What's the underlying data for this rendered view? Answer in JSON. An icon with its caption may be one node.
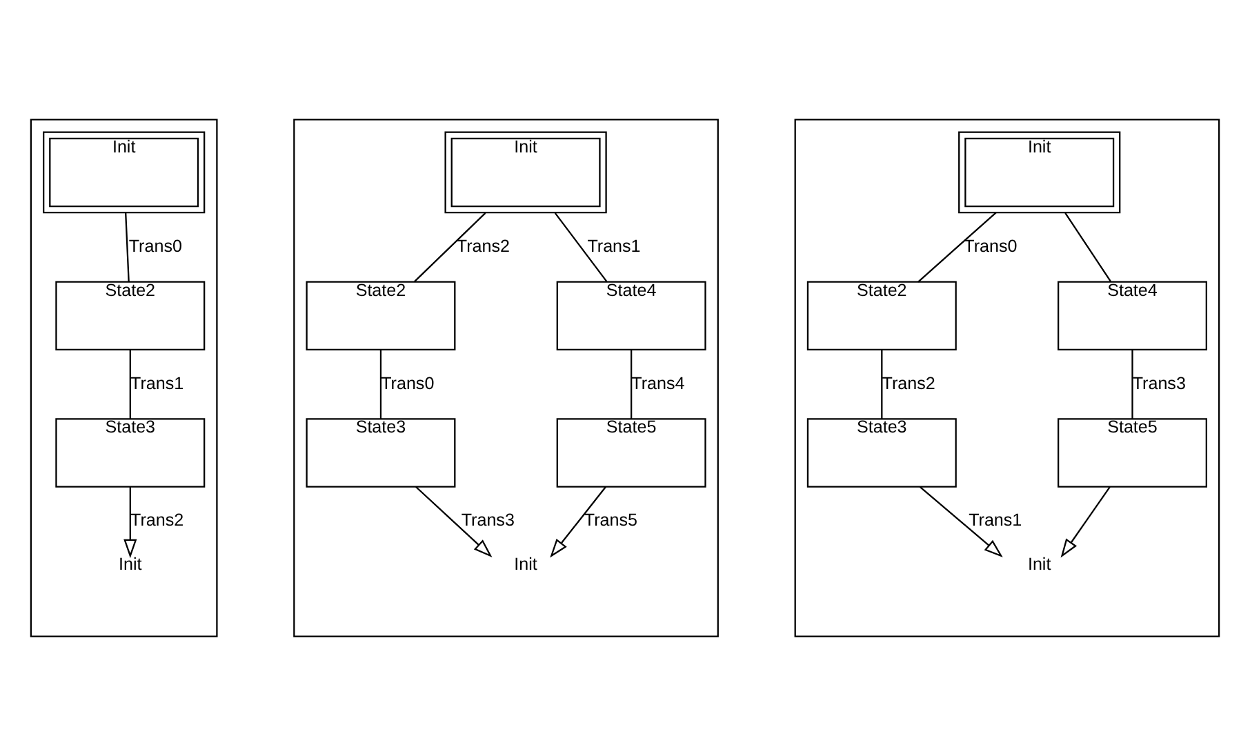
{
  "diagram": {
    "nodes": [
      {
        "text": [],
        "shape": "box"
      },
      {
        "text": [
          "Init"
        ],
        "in": 0
      },
      {
        "text": [
          "State2"
        ],
        "in": 0
      },
      {
        "text": [
          "State3"
        ],
        "in": 0
      },
      {
        "text": [
          "Init"
        ],
        "in": 0
      },
      {
        "text": [],
        "shape": "box"
      },
      {
        "text": [
          "Init"
        ],
        "in": 5
      },
      {
        "text": [
          "State2"
        ],
        "in": 5
      },
      {
        "text": [
          "State4"
        ],
        "in": 5
      },
      {
        "text": [
          "State3"
        ],
        "in": 5
      },
      {
        "text": [
          "State5"
        ],
        "in": 5
      },
      {
        "text": [
          "Init"
        ],
        "in": 5
      },
      {
        "text": [],
        "shape": "box"
      },
      {
        "text": [
          "Init"
        ],
        "in": 12
      },
      {
        "text": [
          "State2"
        ],
        "in": 12
      },
      {
        "text": [
          "State4"
        ],
        "in": 12
      },
      {
        "text": [
          "State3"
        ],
        "in": 12
      },
      {
        "text": [
          "State5"
        ],
        "in": 12
      },
      {
        "text": [
          "Init"
        ],
        "in": 12
      }
    ],
    "edges": [
      {
        "from": 1,
        "to": 2,
        "arrow": "none",
        "label": "Trans0"
      },
      {
        "from": 2,
        "to": 3,
        "arrow": "none",
        "label": "Trans1"
      },
      {
        "from": 3,
        "to": 4,
        "arrow": "to",
        "label": "Trans2"
      },
      {
        "from": 6,
        "to": 7,
        "arrow": "none",
        "label": "Trans2"
      },
      {
        "from": 6,
        "to": 8,
        "arrow": "none",
        "label": "Trans1"
      },
      {
        "from": 7,
        "to": 9,
        "arrow": "none",
        "label": "Trans0"
      },
      {
        "from": 8,
        "to": 10,
        "arrow": "none",
        "label": "Trans4"
      },
      {
        "from": 9,
        "to": 11,
        "arrow": "to",
        "label": "Trans3"
      },
      {
        "from": 10,
        "to": 11,
        "arrow": "to",
        "label": "Trans5"
      },
      {
        "from": 13,
        "to": 14,
        "arrow": "none",
        "label": "Trans0"
      },
      {
        "from": 13,
        "to": 15,
        "arrow": "none"
      },
      {
        "from": 14,
        "to": 16,
        "arrow": "none",
        "label": "Trans2"
      },
      {
        "from": 15,
        "to": 17,
        "arrow": "none",
        "label": "Trans3"
      },
      {
        "from": 16,
        "to": 18,
        "arrow": "to",
        "label": "Trans1"
      },
      {
        "from": 17,
        "to": 18,
        "arrow": "to"
      }
    ]
  }
}
